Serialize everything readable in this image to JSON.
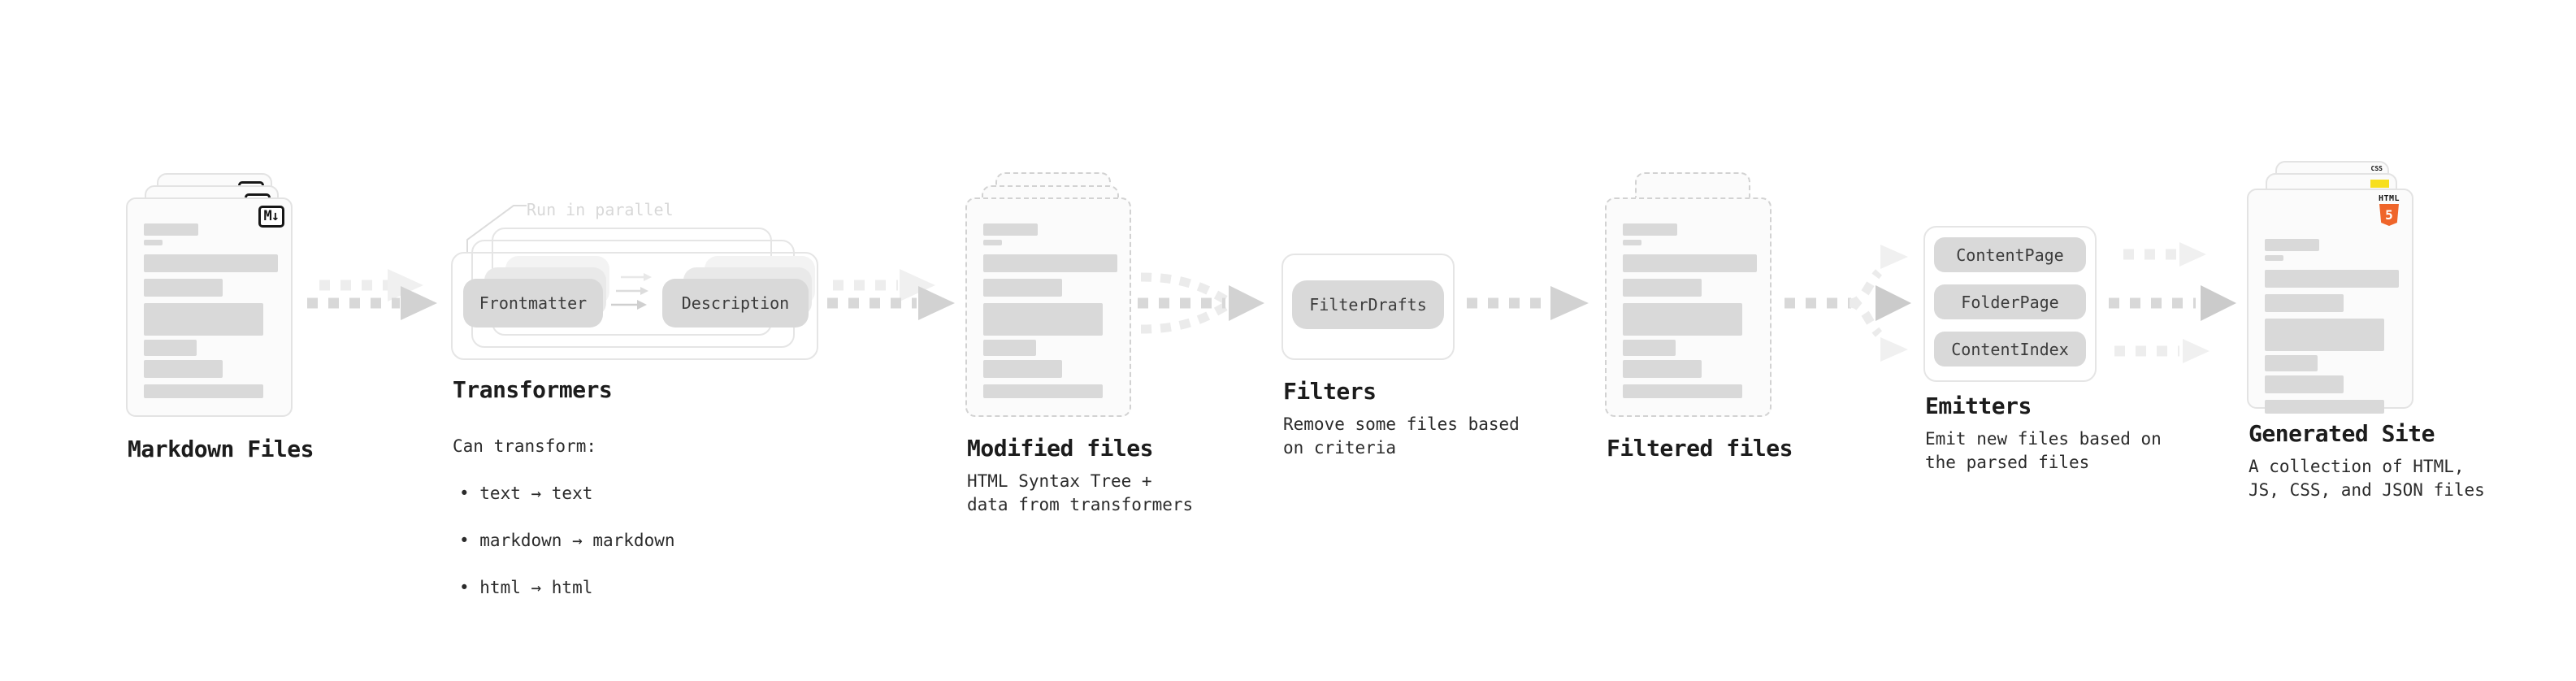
{
  "stages": {
    "markdown": {
      "label": "Markdown Files"
    },
    "transformers": {
      "label": "Transformers",
      "annotation": "Run in parallel",
      "source_pill": "Frontmatter",
      "target_pill": "Description",
      "desc_heading": "Can transform:",
      "bullets": [
        "• text → text",
        "• markdown → markdown",
        "• html → html"
      ]
    },
    "modified": {
      "label": "Modified files",
      "desc": "HTML Syntax Tree +\ndata from transformers"
    },
    "filters": {
      "label": "Filters",
      "pill": "FilterDrafts",
      "desc": "Remove some files based\non criteria"
    },
    "filtered": {
      "label": "Filtered files"
    },
    "emitters": {
      "label": "Emitters",
      "pills": [
        "ContentPage",
        "FolderPage",
        "ContentIndex"
      ],
      "desc": "Emit new files based on\nthe parsed files"
    },
    "generated": {
      "label": "Generated Site",
      "desc": "A collection of HTML,\nJS, CSS, and JSON files"
    }
  },
  "icons": {
    "markdown_badge": "M↓",
    "html5_badge_title": "HTML",
    "html5_badge_number": "5",
    "css_badge": "CSS"
  },
  "colors": {
    "html5_orange": "#ef652a",
    "js_yellow": "#f7df1e",
    "css_blue": "#2965f1"
  },
  "placeholder_bars": [
    [
      67,
      15,
      0
    ],
    [
      23,
      7,
      5
    ],
    [
      165,
      22,
      11
    ],
    [
      97,
      22,
      8
    ],
    [
      147,
      40,
      8
    ],
    [
      65,
      20,
      5
    ],
    [
      97,
      22,
      5
    ],
    [
      147,
      17,
      8
    ]
  ]
}
